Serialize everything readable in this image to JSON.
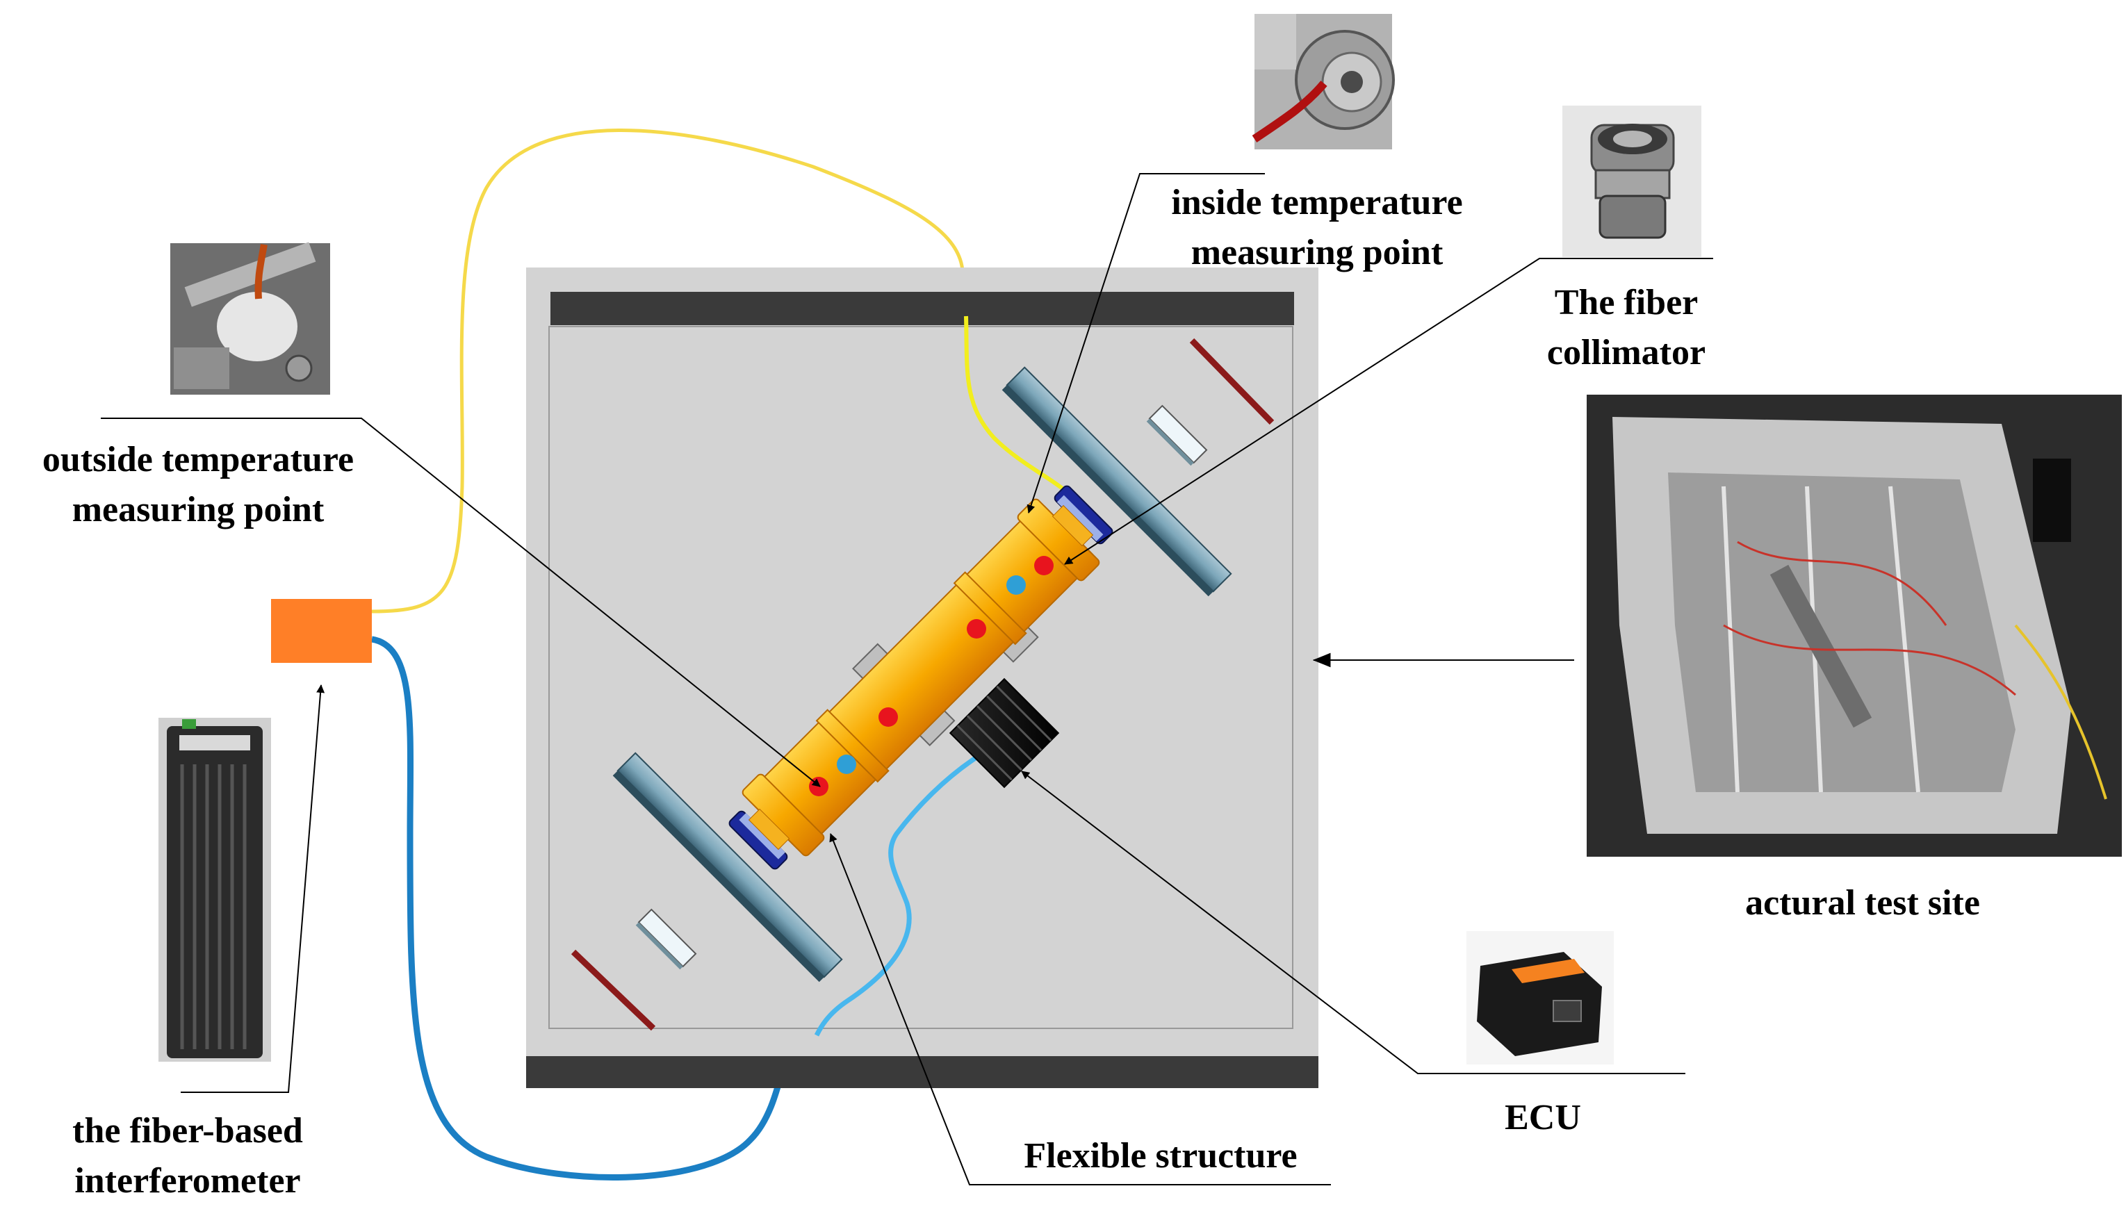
{
  "labels": {
    "inside_temp_line1": "inside temperature",
    "inside_temp_line2": "measuring point",
    "collimator_line1": "The fiber",
    "collimator_line2": "collimator",
    "outside_temp_line1": "outside temperature",
    "outside_temp_line2": "measuring point",
    "test_site": "actural test site",
    "ecu": "ECU",
    "interferometer_line1": "the fiber-based",
    "interferometer_line2": "interferometer",
    "flexible": "Flexible structure"
  },
  "colors": {
    "yellow_fiber": "#f5d94a",
    "blue_fiber": "#1b7fc4",
    "inner_yellow_fiber": "#f2ee1e",
    "light_blue_fiber": "#48b7ee",
    "orange_box": "#ff7f27",
    "cylinder": "#f7a800",
    "enclosure": "#d3d3d3",
    "bar": "#3a3a3a",
    "mirror_slab": "#6f9bb0",
    "red_plate": "#8b1a1a",
    "red_dot": "#e8141e",
    "blue_dot": "#2f9fd6"
  },
  "icons": [
    "inside-sensor-photo-icon",
    "collimator-photo-icon",
    "outside-sensor-photo-icon",
    "test-site-photo-icon",
    "ecu-photo-icon",
    "interferometer-photo-icon"
  ]
}
